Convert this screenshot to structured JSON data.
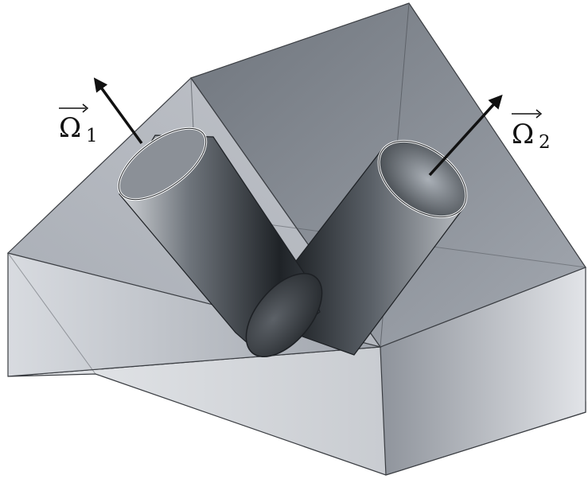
{
  "labels": {
    "omega1": {
      "symbol": "Ω",
      "subscript": "1"
    },
    "omega2": {
      "symbol": "Ω",
      "subscript": "2"
    }
  },
  "colors": {
    "body_light": "#c9ccd2",
    "body_mid": "#a9aeb6",
    "body_dark": "#7a8088",
    "edge": "#3a3d42",
    "tube_dark": "#2a2e33",
    "arrow": "#111111"
  }
}
